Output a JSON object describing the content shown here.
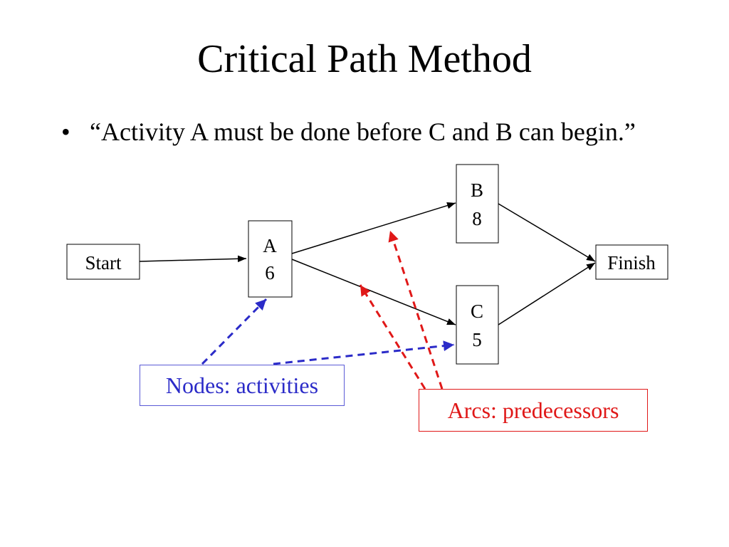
{
  "slide": {
    "title": "Critical Path Method",
    "bullet_mark": "•",
    "bullet_text": "“Activity A must be done before C and B can begin.”"
  },
  "diagram": {
    "nodes": {
      "start": {
        "label": "Start"
      },
      "a": {
        "name": "A",
        "duration": "6"
      },
      "b": {
        "name": "B",
        "duration": "8"
      },
      "c": {
        "name": "C",
        "duration": "5"
      },
      "finish": {
        "label": "Finish"
      }
    },
    "arcs": [
      {
        "from": "Start",
        "to": "A"
      },
      {
        "from": "A",
        "to": "B"
      },
      {
        "from": "A",
        "to": "C"
      },
      {
        "from": "B",
        "to": "Finish"
      },
      {
        "from": "C",
        "to": "Finish"
      }
    ]
  },
  "callouts": {
    "nodes": {
      "text": "Nodes: activities",
      "color": "#2b2bc8"
    },
    "arcs": {
      "text": "Arcs: predecessors",
      "color": "#e01818"
    }
  },
  "colors": {
    "arrow": "#000000",
    "nodes_callout": "#2b2bc8",
    "arcs_callout": "#e01818"
  }
}
